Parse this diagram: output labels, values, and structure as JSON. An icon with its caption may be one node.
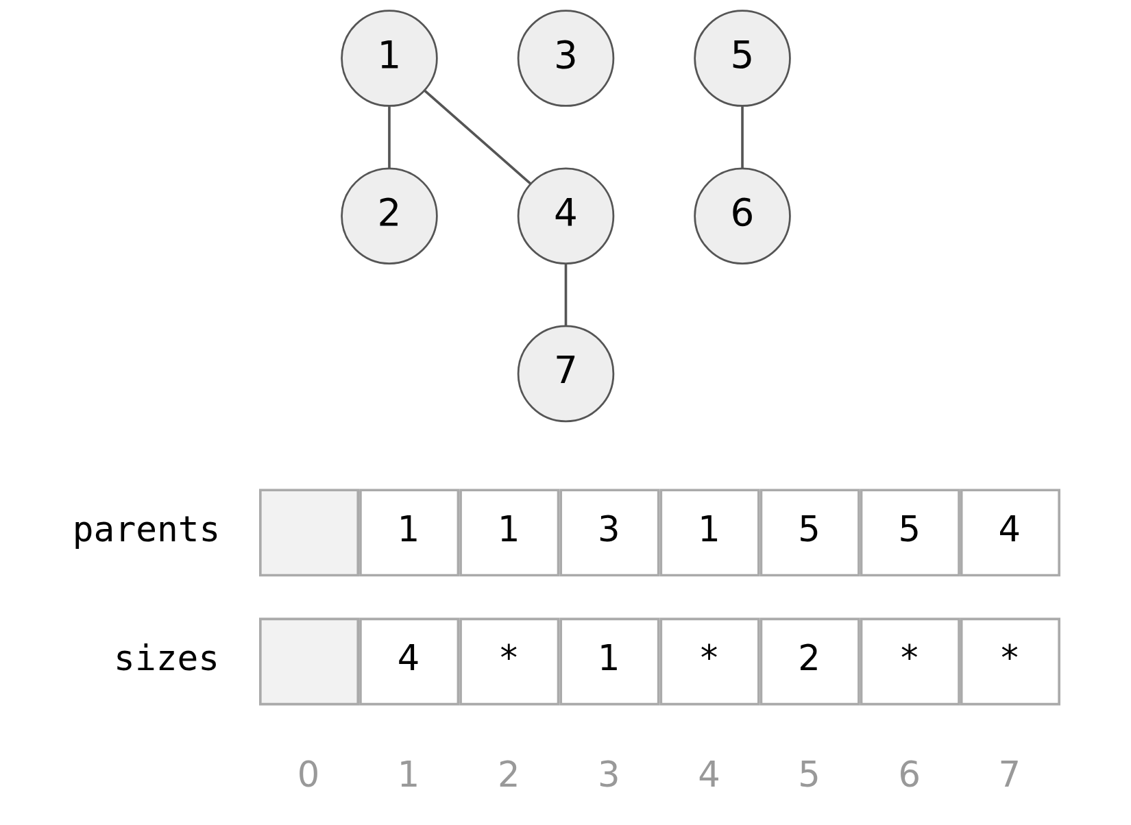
{
  "diagram": {
    "nodes": [
      {
        "text": [
          "1"
        ]
      },
      {
        "text": [
          "2"
        ]
      },
      {
        "text": [
          "3"
        ]
      },
      {
        "text": [
          "4"
        ]
      },
      {
        "text": [
          "5"
        ]
      },
      {
        "text": [
          "6"
        ]
      },
      {
        "text": [
          "7"
        ]
      }
    ],
    "edges": [
      {
        "from": 0,
        "to": 1,
        "arrow": "none"
      },
      {
        "from": 0,
        "to": 3,
        "arrow": "none"
      },
      {
        "from": 3,
        "to": 6,
        "arrow": "none"
      },
      {
        "from": 4,
        "to": 5,
        "arrow": "none"
      }
    ],
    "labels": [
      "parents",
      "1",
      "1",
      "3",
      "1",
      "5",
      "5",
      "4",
      "sizes",
      "4",
      "*",
      "1",
      "*",
      "2",
      "*",
      "*",
      "0",
      "1",
      "2",
      "3",
      "4",
      "5",
      "6",
      "7"
    ]
  }
}
